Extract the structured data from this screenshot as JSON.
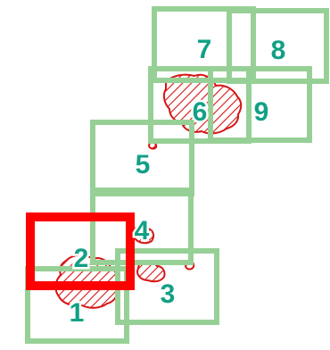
{
  "colors": {
    "box": "#97d096",
    "selected": "#ff0000",
    "label": "#12a085",
    "hatch": "#d71414"
  },
  "boxes": [
    {
      "label": "1",
      "selected": false
    },
    {
      "label": "2",
      "selected": true
    },
    {
      "label": "3",
      "selected": false
    },
    {
      "label": "4",
      "selected": false
    },
    {
      "label": "5",
      "selected": false
    },
    {
      "label": "6",
      "selected": false
    },
    {
      "label": "7",
      "selected": false
    },
    {
      "label": "8",
      "selected": false
    },
    {
      "label": "9",
      "selected": false
    }
  ],
  "icons": {
    "region": "hatched-region-icon"
  }
}
